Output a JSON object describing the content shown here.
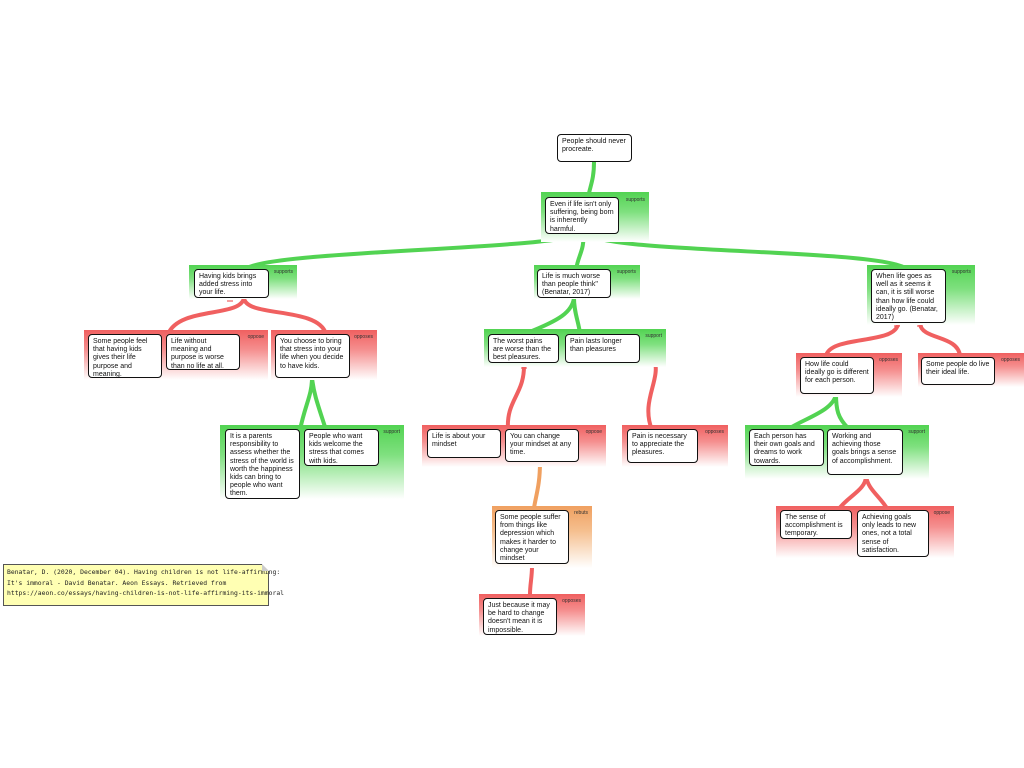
{
  "nodes": {
    "root": "People should never procreate.",
    "main": "Even if life isn't only suffering, being born is inherently harmful.",
    "stress": "Having kids brings added stress into your life.",
    "worse": "Life is much worse than people think\" (Benatar, 2017)",
    "ideal": "When life goes as well as it seems it can, it is still worse than how life could ideally go. (Benatar, 2017)",
    "purpose": "Some people feel that having kids gives their life purpose and meaning.",
    "meaning": "Life without meaning and purpose is worse than no life at all.",
    "choose": "You choose to bring that stress into your life when you decide to have kids.",
    "parents": "It is a parents responsibility to assess whether the stress of the world is worth the happiness kids can bring to people who want them.",
    "welcome": "People who want kids welcome the stress that comes with kids.",
    "worst": "The worst pains are worse than the best pleasures.",
    "lasts": "Pain lasts longer than pleasures",
    "yourmindset": "Life is about your mindset",
    "change": "You can change your mindset at any time.",
    "suffer": "Some people suffer from things like depression which makes it harder to change your mindset",
    "hard": "Just because it may be hard to change doesn't mean it is impossible.",
    "necessary": "Pain is necessary to appreciate the pleasures.",
    "howlife": "How life could ideally go is different for each person.",
    "livedeal": "Some people do live their ideal life.",
    "eachperson": "Each person has their own goals and dreams to work towards.",
    "working": "Working and achieving those goals brings a sense of accomplishment.",
    "temporary": "The sense of accomplishment is temporary.",
    "achieving": "Achieving goals only leads to new ones, not a total sense of satisfaction."
  },
  "tags": {
    "supports": "supports",
    "oppose": "oppose",
    "opposes": "opposes",
    "support": "support",
    "rebuts": "rebuts"
  },
  "citation": {
    "line1": "Benatar, D. (2020, December 04). Having children is not life-affirming:",
    "line2": "It's immoral - David Benatar. Aeon Essays. Retrieved from",
    "line3": "https://aeon.co/essays/having-children-is-not-life-affirming-its-immoral"
  },
  "colors": {
    "supports": "#52d352",
    "opposes": "#f06060",
    "rebuts": "#f0a060"
  }
}
